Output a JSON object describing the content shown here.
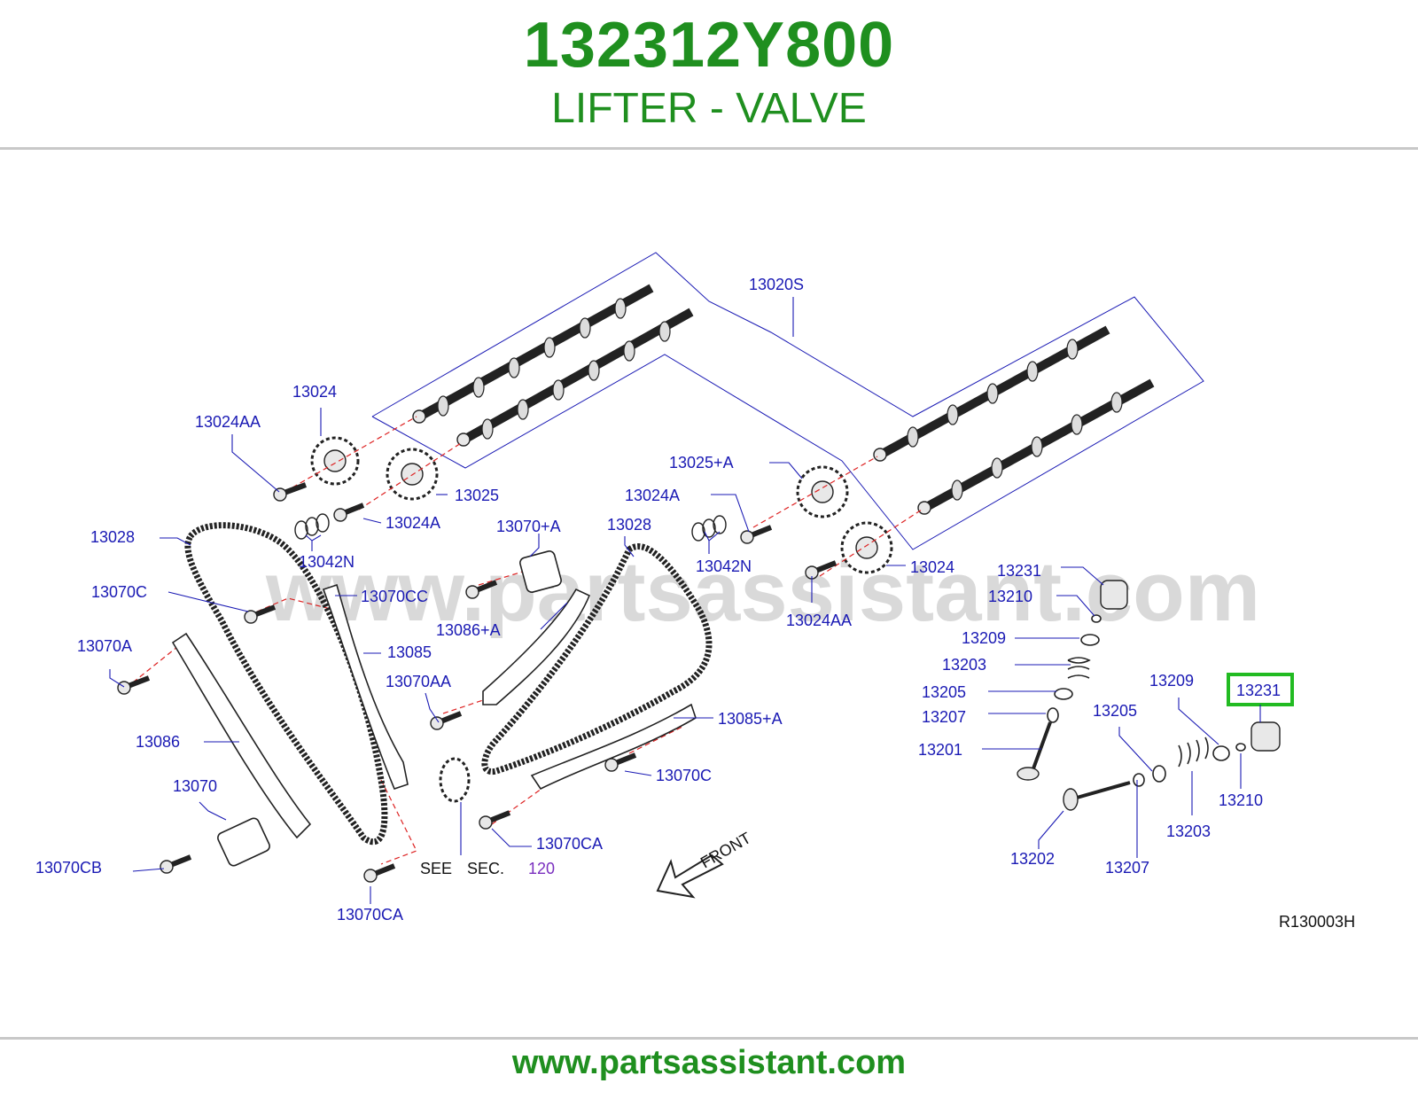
{
  "header": {
    "part_number": "132312Y800",
    "part_name": "LIFTER - VALVE"
  },
  "watermark": "www.partsassistant.com",
  "footer": {
    "url": "www.partsassistant.com"
  },
  "diagram": {
    "reference_code": "R130003H",
    "front_label": "FRONT",
    "see_label": "SEE",
    "sec_label": "SEC.",
    "sec_number": "120",
    "highlight_color": "#22bb22",
    "callouts": [
      {
        "id": "c13020S",
        "text": "13020S"
      },
      {
        "id": "c13024a",
        "text": "13024"
      },
      {
        "id": "c13024AAa",
        "text": "13024AA"
      },
      {
        "id": "c13025a",
        "text": "13025"
      },
      {
        "id": "c13024Aa",
        "text": "13024A"
      },
      {
        "id": "c13042Na",
        "text": "13042N"
      },
      {
        "id": "c13028a",
        "text": "13028"
      },
      {
        "id": "c13070Ca",
        "text": "13070C"
      },
      {
        "id": "c13070CC",
        "text": "13070CC"
      },
      {
        "id": "c13070A",
        "text": "13070A"
      },
      {
        "id": "c13085",
        "text": "13085"
      },
      {
        "id": "c13086A",
        "text": "13086+A"
      },
      {
        "id": "c13070plusA",
        "text": "13070+A"
      },
      {
        "id": "c13028b",
        "text": "13028"
      },
      {
        "id": "c13070AA",
        "text": "13070AA"
      },
      {
        "id": "c13086",
        "text": "13086"
      },
      {
        "id": "c13070",
        "text": "13070"
      },
      {
        "id": "c13070CB",
        "text": "13070CB"
      },
      {
        "id": "c13070CAa",
        "text": "13070CA"
      },
      {
        "id": "c13070CAb",
        "text": "13070CA"
      },
      {
        "id": "c13085A",
        "text": "13085+A"
      },
      {
        "id": "c13070Cb",
        "text": "13070C"
      },
      {
        "id": "c13025A",
        "text": "13025+A"
      },
      {
        "id": "c13024Ab",
        "text": "13024A"
      },
      {
        "id": "c13042Nb",
        "text": "13042N"
      },
      {
        "id": "c13024b",
        "text": "13024"
      },
      {
        "id": "c13024AAb",
        "text": "13024AA"
      },
      {
        "id": "c13231a",
        "text": "13231"
      },
      {
        "id": "c13210a",
        "text": "13210"
      },
      {
        "id": "c13209a",
        "text": "13209"
      },
      {
        "id": "c13203a",
        "text": "13203"
      },
      {
        "id": "c13205a",
        "text": "13205"
      },
      {
        "id": "c13207a",
        "text": "13207"
      },
      {
        "id": "c13201",
        "text": "13201"
      },
      {
        "id": "c13209b",
        "text": "13209"
      },
      {
        "id": "c13231b",
        "text": "13231"
      },
      {
        "id": "c13205b",
        "text": "13205"
      },
      {
        "id": "c13210b",
        "text": "13210"
      },
      {
        "id": "c13203b",
        "text": "13203"
      },
      {
        "id": "c13202",
        "text": "13202"
      },
      {
        "id": "c13207b",
        "text": "13207"
      }
    ]
  }
}
